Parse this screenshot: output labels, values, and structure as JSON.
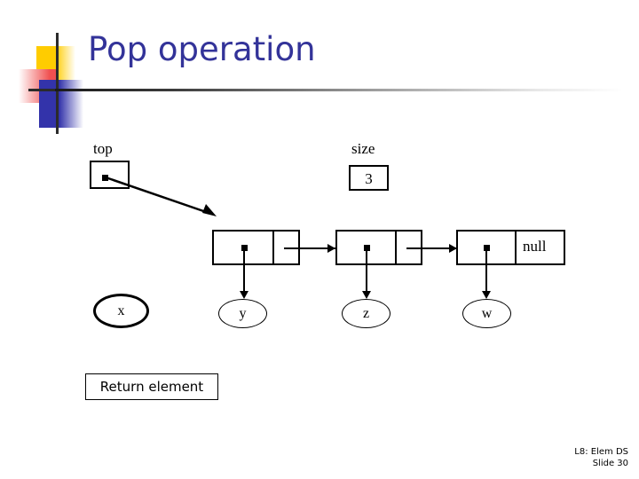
{
  "slide": {
    "title": "Pop operation",
    "title_color": "#333399",
    "background": "#ffffff"
  },
  "diagram": {
    "top_pointer": {
      "label": "top",
      "has_dot": true
    },
    "size_field": {
      "label": "size",
      "value": "3"
    },
    "null_label": "null",
    "nodes": [
      {
        "element_label": "y",
        "next_label": ""
      },
      {
        "element_label": "z",
        "next_label": ""
      },
      {
        "element_label": "w",
        "next_label": "null"
      }
    ],
    "popped_element": {
      "label": "x"
    }
  },
  "callout": {
    "return_element": "Return element"
  },
  "footer": {
    "line1": "L8: Elem DS",
    "line2": "Slide 30"
  }
}
